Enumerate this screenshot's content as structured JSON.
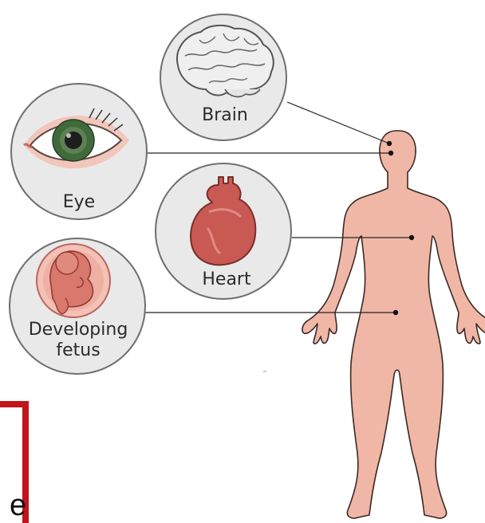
{
  "organs": {
    "brain": {
      "label": "Brain"
    },
    "eye": {
      "label": "Eye"
    },
    "heart": {
      "label": "Heart"
    },
    "fetus": {
      "label_line1": "Developing",
      "label_line2": "fetus"
    }
  },
  "partial_text": "e",
  "colors": {
    "body_fill": "#f0b7a6",
    "body_stroke": "#3a2a26",
    "circle_fill": "#e9e9e9",
    "circle_stroke": "#6f6f6f",
    "connector": "#222222",
    "red_frame": "#c0151b",
    "heart_fill": "#c85a53",
    "eye_iris": "#3f6a3a",
    "brain_fill": "#efefef"
  }
}
